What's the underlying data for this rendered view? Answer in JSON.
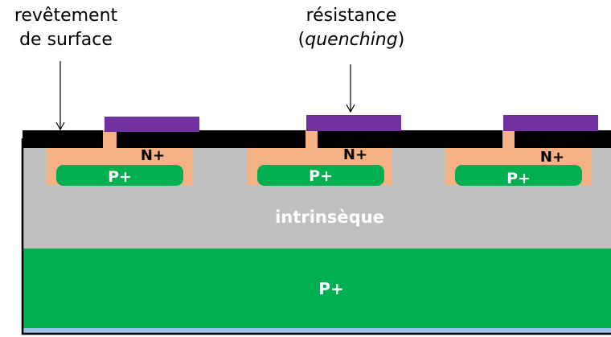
{
  "labels": {
    "surface_coating_line1": "revêtement",
    "surface_coating_line2": "de surface",
    "resistance_line1": "résistance",
    "resistance_open_paren": "(",
    "resistance_italic": "quenching",
    "resistance_close_paren": ")"
  },
  "regions": {
    "n_plus": "N+",
    "p_plus": "P+",
    "intrinsic": "intrinsèque",
    "substrate": "P+"
  },
  "colors": {
    "coating": "#000000",
    "resistor": "#7030a0",
    "n_doped": "#f4b183",
    "p_doped": "#00b050",
    "intrinsic": "#bfbfbf",
    "substrate": "#00b050",
    "back_contact": "#9dc3e6",
    "outline": "#000000",
    "text_dark": "#000000",
    "text_light": "#ffffff"
  }
}
